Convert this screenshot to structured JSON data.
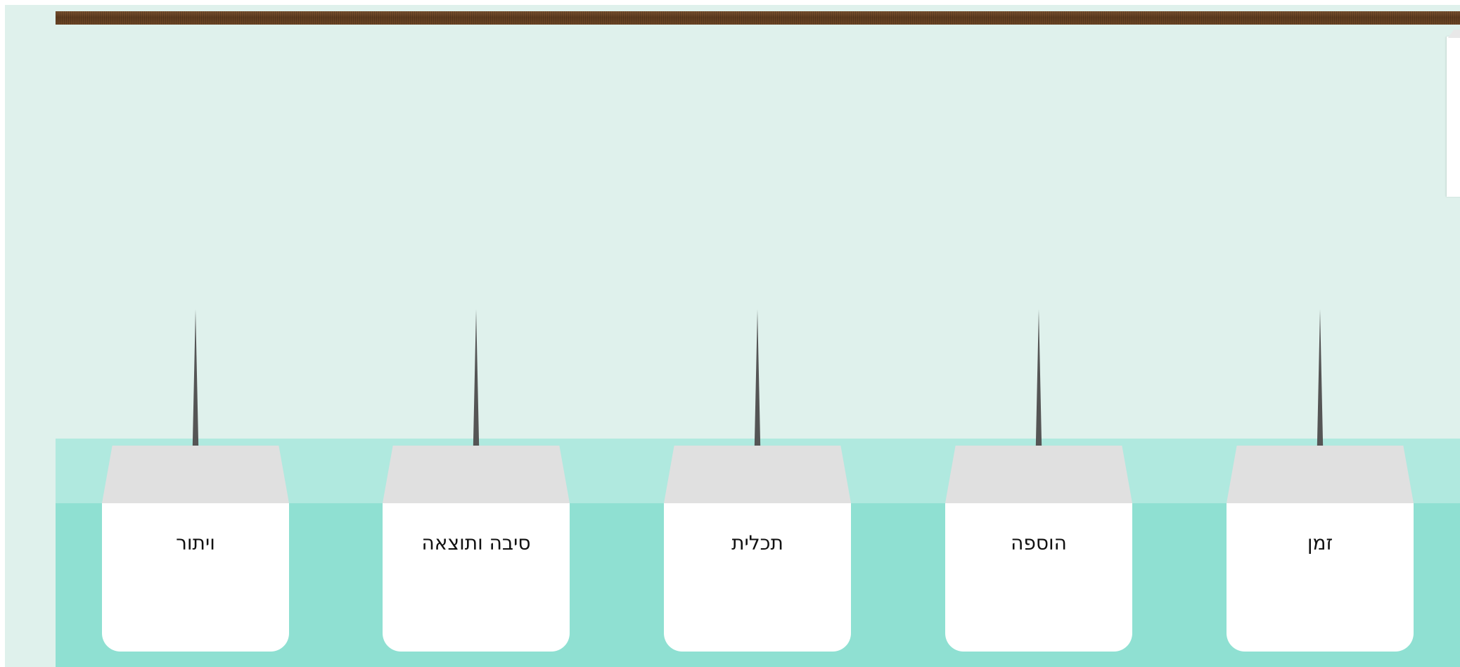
{
  "holders": [
    {
      "label": "ויתור"
    },
    {
      "label": "סיבה ותוצאה"
    },
    {
      "label": "תכלית"
    },
    {
      "label": "הוספה"
    },
    {
      "label": "זמן"
    }
  ],
  "colors": {
    "background": "#dff1ec",
    "shelf_top": "#b0e9df",
    "shelf_front": "#8fe0d2",
    "wood": "#6d4626",
    "spike": "#595959",
    "card": "#ffffff"
  },
  "icons": {
    "spike": "spike-icon",
    "rope": "wooden-rope"
  }
}
